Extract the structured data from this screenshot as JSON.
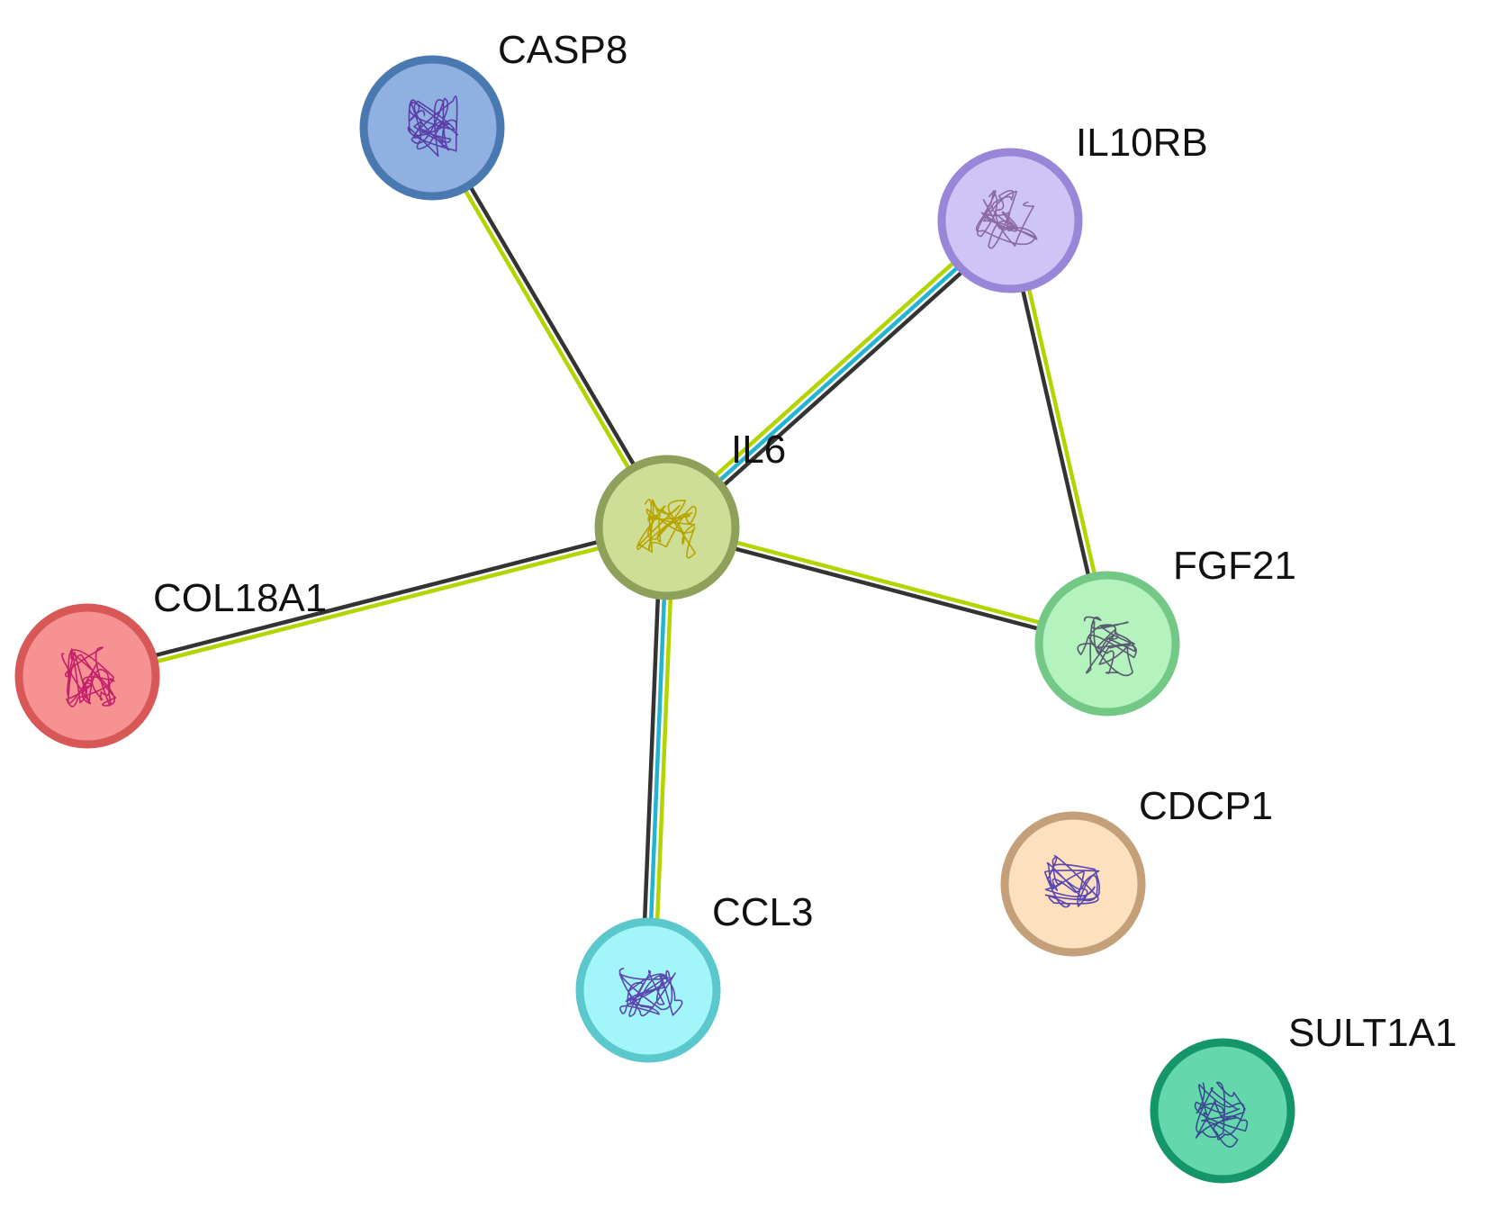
{
  "diagram": {
    "type": "protein-interaction-network",
    "nodes": [
      {
        "id": "CASP8",
        "label": "CASP8",
        "fill": "#8fb0e0",
        "stroke": "#4a78b0",
        "motif": "#5a3fa8"
      },
      {
        "id": "IL10RB",
        "label": "IL10RB",
        "fill": "#cfc4f6",
        "stroke": "#9a86d8",
        "motif": "#8a6aa0"
      },
      {
        "id": "IL6",
        "label": "IL6",
        "fill": "#cfde96",
        "stroke": "#8ea05a",
        "motif": "#b8a400"
      },
      {
        "id": "FGF21",
        "label": "FGF21",
        "fill": "#b4f2be",
        "stroke": "#74c886",
        "motif": "#5a5a70"
      },
      {
        "id": "COL18A1",
        "label": "COL18A1",
        "fill": "#f69292",
        "stroke": "#d85858",
        "motif": "#c4206a"
      },
      {
        "id": "CCL3",
        "label": "CCL3",
        "fill": "#a2f6fa",
        "stroke": "#5ac8cc",
        "motif": "#5a48b0"
      },
      {
        "id": "CDCP1",
        "label": "CDCP1",
        "fill": "#fde0bd",
        "stroke": "#c4a07a",
        "motif": "#5a48b0"
      },
      {
        "id": "SULT1A1",
        "label": "SULT1A1",
        "fill": "#64d8ac",
        "stroke": "#14966a",
        "motif": "#3a4a90"
      }
    ],
    "edges": [
      {
        "source": "IL6",
        "target": "CASP8",
        "evidence": [
          "textmining",
          "coexpression"
        ]
      },
      {
        "source": "IL6",
        "target": "IL10RB",
        "evidence": [
          "textmining",
          "curated-database",
          "coexpression"
        ]
      },
      {
        "source": "IL6",
        "target": "FGF21",
        "evidence": [
          "textmining",
          "coexpression"
        ]
      },
      {
        "source": "IL6",
        "target": "COL18A1",
        "evidence": [
          "textmining",
          "coexpression"
        ]
      },
      {
        "source": "IL6",
        "target": "CCL3",
        "evidence": [
          "textmining",
          "curated-database",
          "coexpression"
        ]
      },
      {
        "source": "IL10RB",
        "target": "FGF21",
        "evidence": [
          "textmining",
          "coexpression"
        ]
      }
    ],
    "evidence_colors": {
      "textmining": "#b4d400",
      "curated-database": "#22b4d0",
      "coexpression": "#333333"
    }
  }
}
